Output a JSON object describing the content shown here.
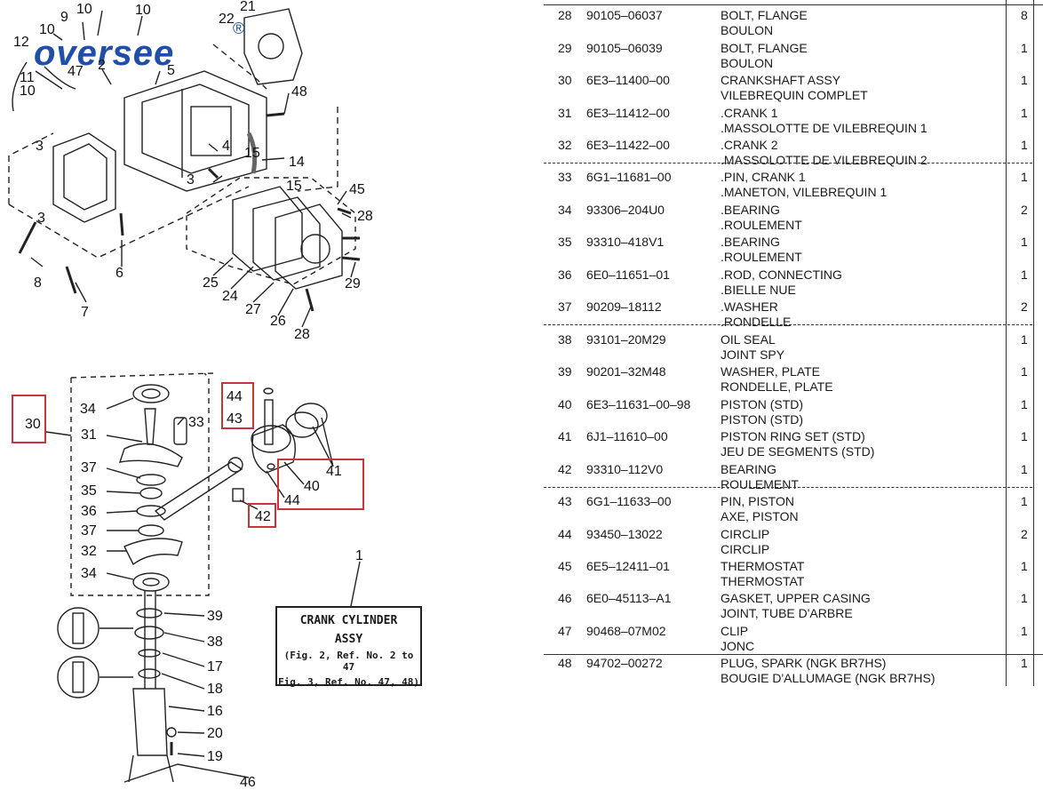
{
  "logo": {
    "text": "oversee",
    "reg": "®"
  },
  "callouts": {
    "top": [
      "10",
      "9",
      "10",
      "10",
      "22",
      "21",
      "12",
      "11",
      "47",
      "2",
      "5",
      "10",
      "48",
      "3",
      "4",
      "15",
      "14",
      "3",
      "15",
      "3",
      "45",
      "28",
      "8",
      "6",
      "25",
      "24",
      "27",
      "26",
      "29",
      "7",
      "28"
    ],
    "bottom": [
      "34",
      "33",
      "44",
      "43",
      "31",
      "37",
      "35",
      "36",
      "37",
      "32",
      "34",
      "40",
      "44",
      "41",
      "42",
      "39",
      "38",
      "17",
      "18",
      "16",
      "20",
      "19",
      "46",
      "1"
    ]
  },
  "highlights": [
    "30",
    "44 43",
    "41",
    "42"
  ],
  "crank_label": {
    "line1": "CRANK CYLINDER",
    "line2": "ASSY",
    "line3": "(Fig. 2, Ref. No. 2 to 47",
    "line4": "Fig. 3, Ref. No. 47, 48)"
  },
  "parts": [
    {
      "ref": "28",
      "part": "90105–06037",
      "desc": "BOLT, FLANGE",
      "desc_fr": "BOULON",
      "qty": "8"
    },
    {
      "ref": "29",
      "part": "90105–06039",
      "desc": "BOLT, FLANGE",
      "desc_fr": "BOULON",
      "qty": "1"
    },
    {
      "ref": "30",
      "part": "6E3–11400–00",
      "desc": "CRANKSHAFT ASSY",
      "desc_fr": "VILEBREQUIN COMPLET",
      "qty": "1"
    },
    {
      "ref": "31",
      "part": "6E3–11412–00",
      "desc": ".CRANK 1",
      "desc_fr": ".MASSOLOTTE DE VILEBREQUIN 1",
      "qty": "1"
    },
    {
      "ref": "32",
      "part": "6E3–11422–00",
      "desc": ".CRANK 2",
      "desc_fr": ".MASSOLOTTE DE VILEBREQUIN 2",
      "qty": "1"
    },
    {
      "ref": "33",
      "part": "6G1–11681–00",
      "desc": ".PIN, CRANK 1",
      "desc_fr": ".MANETON, VILEBREQUIN 1",
      "qty": "1"
    },
    {
      "ref": "34",
      "part": "93306–204U0",
      "desc": ".BEARING",
      "desc_fr": ".ROULEMENT",
      "qty": "2"
    },
    {
      "ref": "35",
      "part": "93310–418V1",
      "desc": ".BEARING",
      "desc_fr": ".ROULEMENT",
      "qty": "1"
    },
    {
      "ref": "36",
      "part": "6E0–11651–01",
      "desc": ".ROD, CONNECTING",
      "desc_fr": ".BIELLE NUE",
      "qty": "1"
    },
    {
      "ref": "37",
      "part": "90209–18112",
      "desc": ".WASHER",
      "desc_fr": ".RONDELLE",
      "qty": "2"
    },
    {
      "ref": "38",
      "part": "93101–20M29",
      "desc": "OIL SEAL",
      "desc_fr": "JOINT SPY",
      "qty": "1"
    },
    {
      "ref": "39",
      "part": "90201–32M48",
      "desc": "WASHER, PLATE",
      "desc_fr": "RONDELLE, PLATE",
      "qty": "1"
    },
    {
      "ref": "40",
      "part": "6E3–11631–00–98",
      "desc": "PISTON (STD)",
      "desc_fr": "PISTON (STD)",
      "qty": "1"
    },
    {
      "ref": "41",
      "part": "6J1–11610–00",
      "desc": "PISTON RING SET (STD)",
      "desc_fr": "JEU DE SEGMENTS (STD)",
      "qty": "1"
    },
    {
      "ref": "42",
      "part": "93310–112V0",
      "desc": "BEARING",
      "desc_fr": "ROULEMENT",
      "qty": "1"
    },
    {
      "ref": "43",
      "part": "6G1–11633–00",
      "desc": "PIN, PISTON",
      "desc_fr": "AXE, PISTON",
      "qty": "1"
    },
    {
      "ref": "44",
      "part": "93450–13022",
      "desc": "CIRCLIP",
      "desc_fr": "CIRCLIP",
      "qty": "2"
    },
    {
      "ref": "45",
      "part": "6E5–12411–01",
      "desc": "THERMOSTAT",
      "desc_fr": "THERMOSTAT",
      "qty": "1"
    },
    {
      "ref": "46",
      "part": "6E0–45113–A1",
      "desc": "GASKET, UPPER CASING",
      "desc_fr": "JOINT, TUBE D'ARBRE",
      "qty": "1"
    },
    {
      "ref": "47",
      "part": "90468–07M02",
      "desc": "CLIP",
      "desc_fr": "JONC",
      "qty": "1"
    },
    {
      "ref": "48",
      "part": "94702–00272",
      "desc": "PLUG, SPARK (NGK BR7HS)",
      "desc_fr": "BOUGIE D'ALLUMAGE (NGK BR7HS)",
      "qty": "1"
    }
  ]
}
